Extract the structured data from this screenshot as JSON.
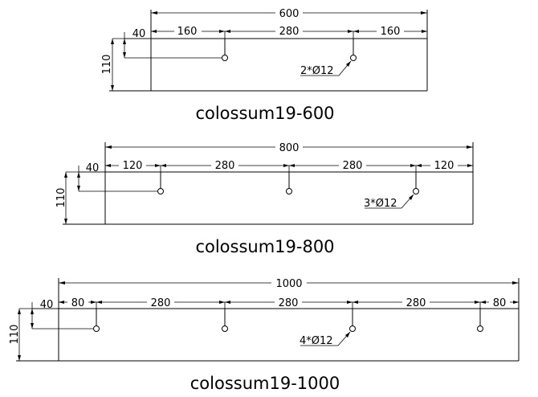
{
  "drawings": [
    {
      "caption": "colossum19-600",
      "overall": "600",
      "left_dim": "40",
      "height_dim": "110",
      "segments": [
        "160",
        "280",
        "160"
      ],
      "note": "2*Ø12"
    },
    {
      "caption": "colossum19-800",
      "overall": "800",
      "left_dim": "40",
      "height_dim": "110",
      "segments": [
        "120",
        "280",
        "280",
        "120"
      ],
      "note": "3*Ø12"
    },
    {
      "caption": "colossum19-1000",
      "overall": "1000",
      "left_dim": "40",
      "height_dim": "110",
      "segments": [
        "80",
        "280",
        "280",
        "280",
        "80"
      ],
      "note": "4*Ø12"
    }
  ]
}
